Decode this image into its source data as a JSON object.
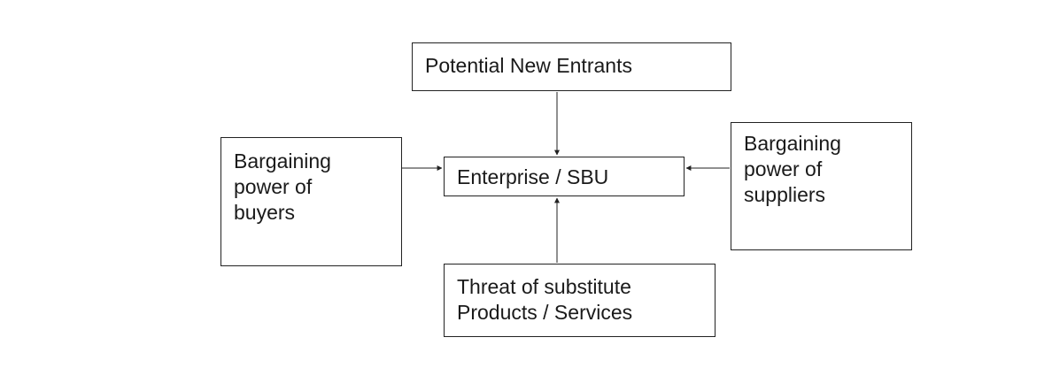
{
  "diagram": {
    "nodes": {
      "entrants": {
        "label": "Potential New Entrants"
      },
      "enterprise": {
        "label": "Enterprise / SBU"
      },
      "buyers": {
        "label": "Bargaining power of buyers"
      },
      "suppliers": {
        "label": "Bargaining power of suppliers"
      },
      "substitutes": {
        "label": "Threat of substitute Products / Services"
      }
    },
    "edges": [
      {
        "from": "entrants",
        "to": "enterprise"
      },
      {
        "from": "buyers",
        "to": "enterprise"
      },
      {
        "from": "suppliers",
        "to": "enterprise"
      },
      {
        "from": "substitutes",
        "to": "enterprise"
      }
    ],
    "colors": {
      "stroke": "#222222",
      "text": "#1a1a1a",
      "background": "#ffffff"
    }
  }
}
